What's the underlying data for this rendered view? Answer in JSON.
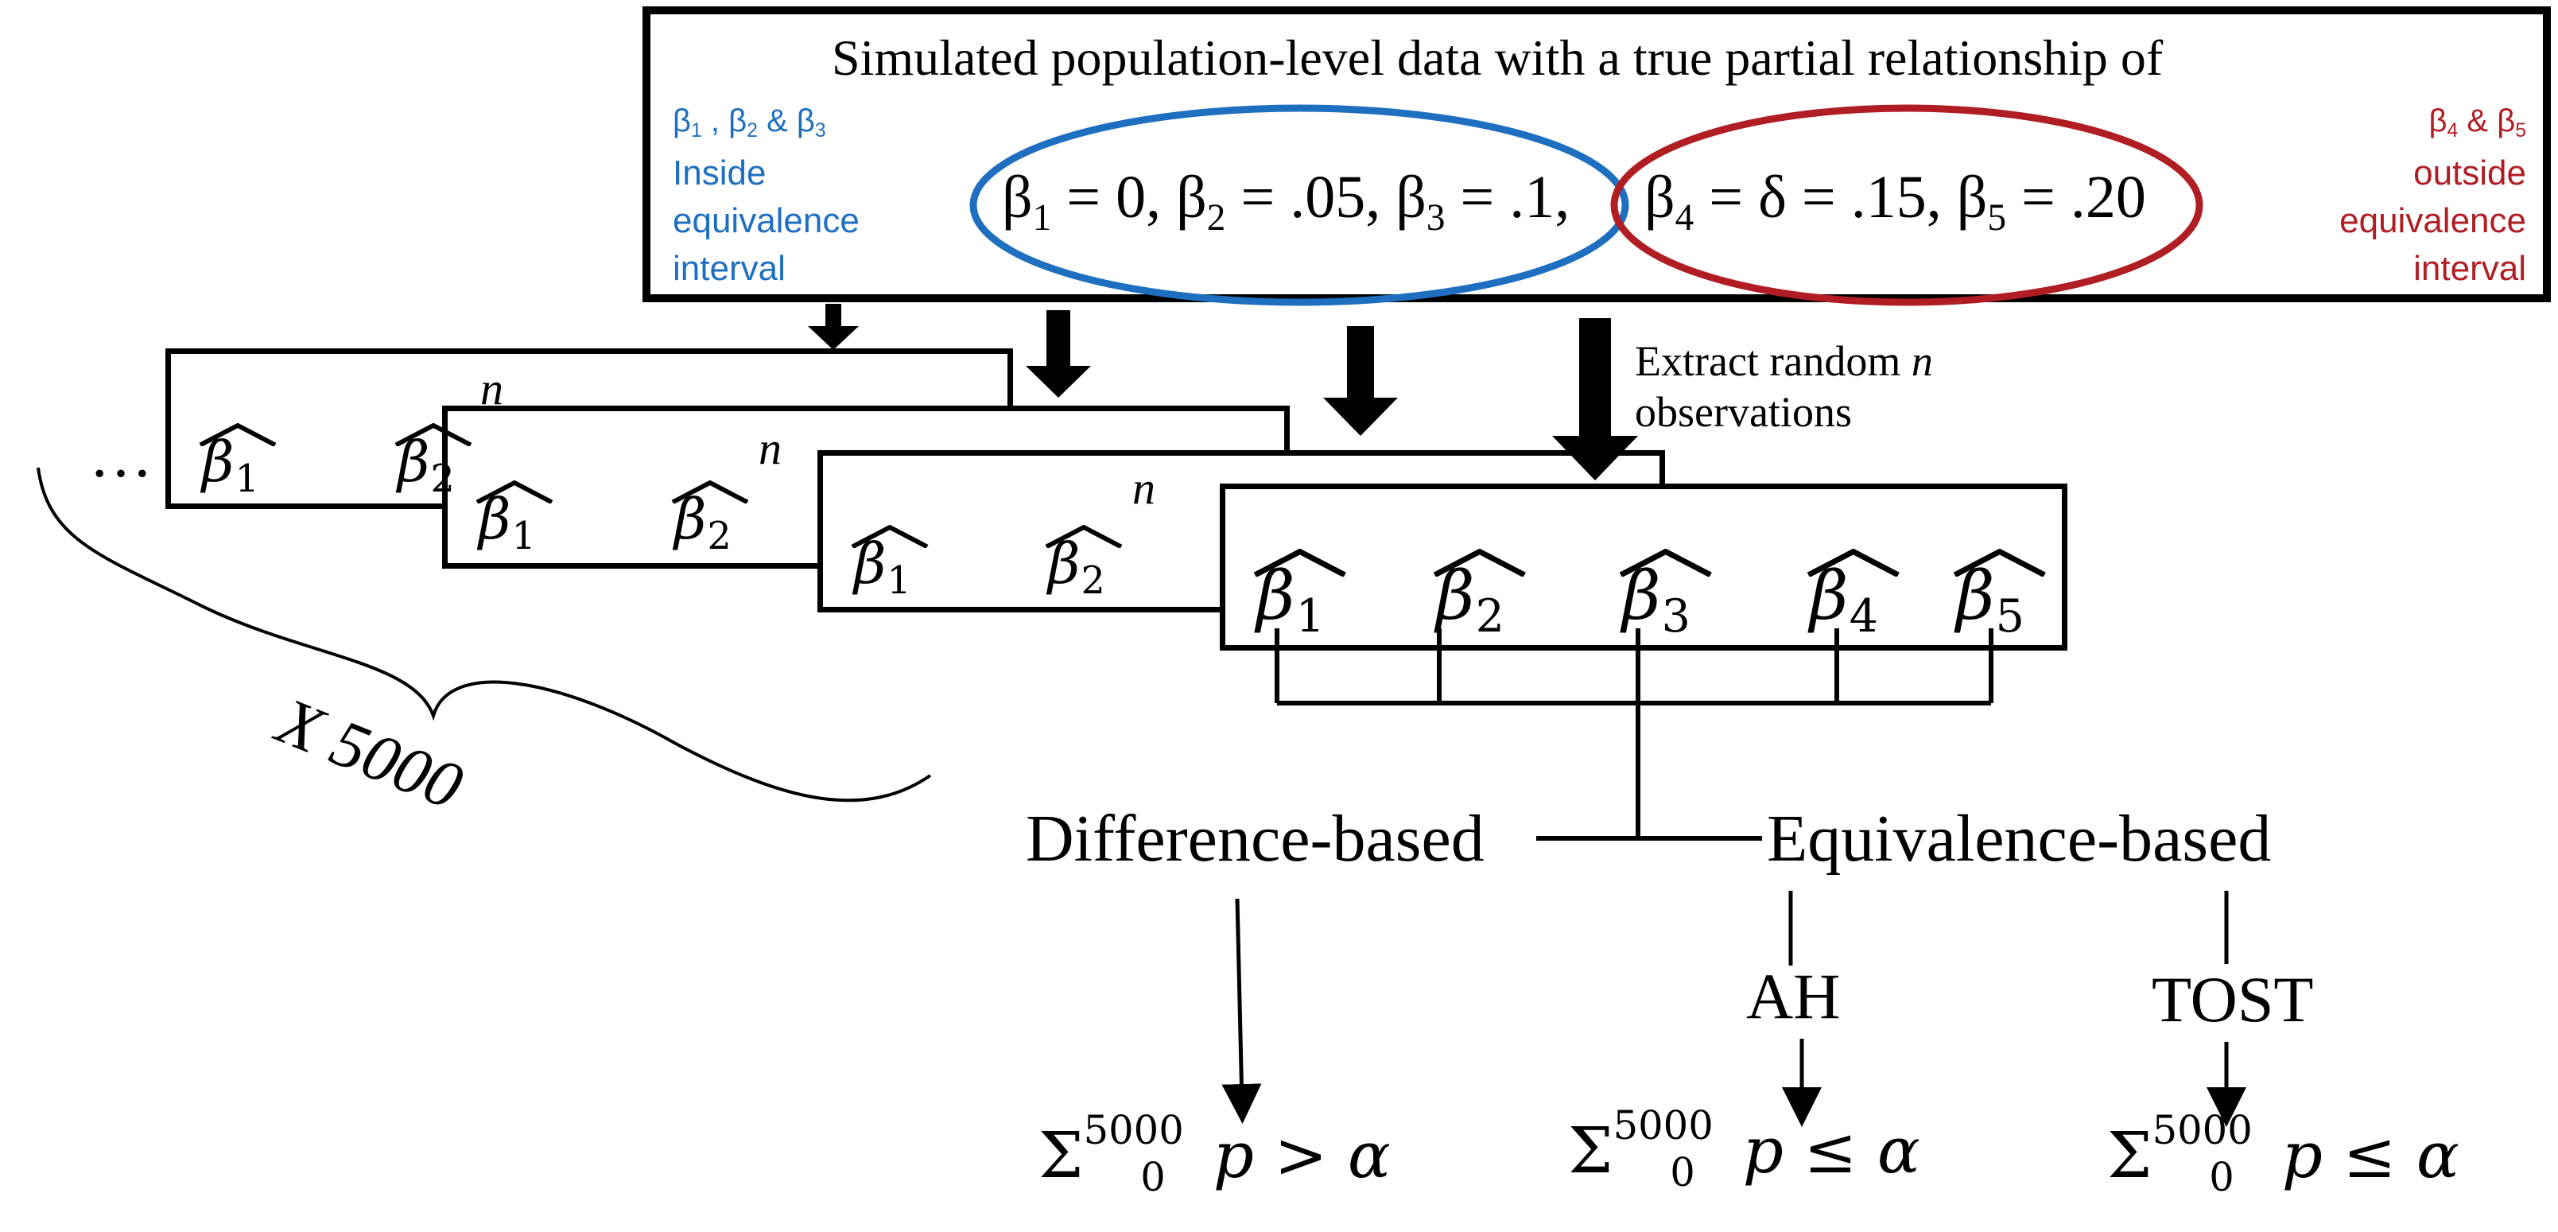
{
  "diagram": {
    "population_box": {
      "title": "Simulated population-level data with a true partial relationship of",
      "equation_inside": "β1 = 0, β2 = .05, β3 = .1,",
      "equation_outside": "β4 = δ = .15, β5 = .20",
      "inside_label": {
        "betas": "β1 , β2 & β3",
        "lines": [
          "Inside",
          "equivalence",
          "interval"
        ]
      },
      "outside_label": {
        "betas": "β4 & β5",
        "lines": [
          "outside",
          "equivalence",
          "interval"
        ]
      }
    },
    "extract_label": [
      "Extract random n",
      "observations"
    ],
    "sample_size_label": "n",
    "ellipsis": "…",
    "replications_label": "X 5000",
    "estimates": [
      "β1",
      "β2",
      "β3",
      "β4",
      "β5"
    ],
    "methods": {
      "difference": "Difference-based",
      "equivalence": "Equivalence-based"
    },
    "tests": {
      "ah": "AH",
      "tost": "TOST"
    },
    "formulas": {
      "difference": {
        "sum": "Σ",
        "upper": "5000",
        "lower": "0",
        "body": "p > α"
      },
      "ah": {
        "sum": "Σ",
        "upper": "5000",
        "lower": "0",
        "body": "p ≤ α"
      },
      "tost": {
        "sum": "Σ",
        "upper": "5000",
        "lower": "0",
        "body": "p ≤ α"
      }
    },
    "colors": {
      "inside_interval": "#1f6fc0",
      "outside_interval": "#b01e24",
      "lines": "#000000"
    }
  }
}
